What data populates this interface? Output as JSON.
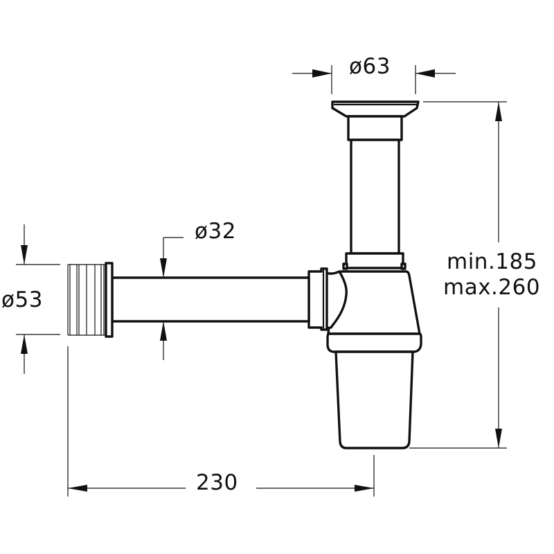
{
  "drawing": {
    "title": "Bottle trap technical drawing",
    "stroke_color": "#111111",
    "background": "#ffffff"
  },
  "dimensions": {
    "top_diameter": "ø63",
    "wall_flange_diameter": "ø53",
    "pipe_diameter": "ø32",
    "height_min": "min.185",
    "height_max": "max.260",
    "length": "230"
  }
}
